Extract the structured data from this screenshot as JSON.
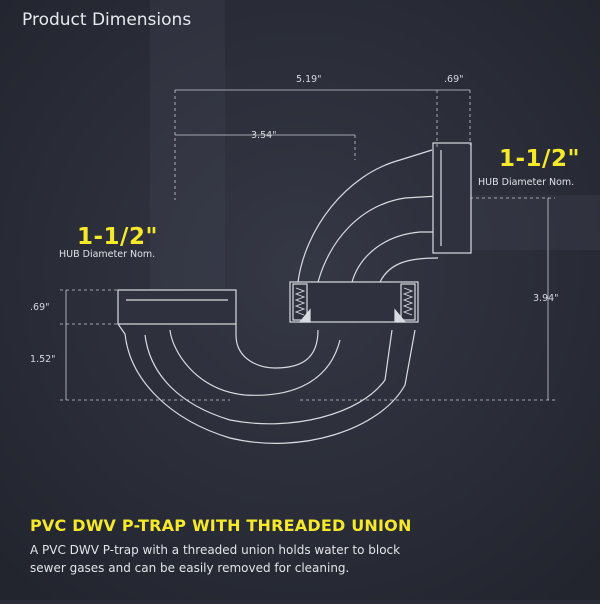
{
  "page": {
    "title": "Product Dimensions"
  },
  "dimensions": {
    "overall_width": "5.19\"",
    "outlet_hub": ".69\"",
    "inner_width": "3.54\"",
    "outlet_drop": "3.94\"",
    "inlet_hub": ".69\"",
    "inlet_depth": "1.52\""
  },
  "inlet": {
    "size": "1-1/2\"",
    "label": "HUB Diameter Nom."
  },
  "outlet": {
    "size": "1-1/2\"",
    "label": "HUB Diameter Nom."
  },
  "footer": {
    "heading": "PVC DWV P-TRAP WITH THREADED UNION",
    "description": "A PVC DWV P-trap with a threaded union holds water to block sewer gases and can be easily removed for cleaning."
  },
  "colors": {
    "background": "#2a2d37",
    "accent": "#f5e92a",
    "outline": "#d9dbe2"
  }
}
